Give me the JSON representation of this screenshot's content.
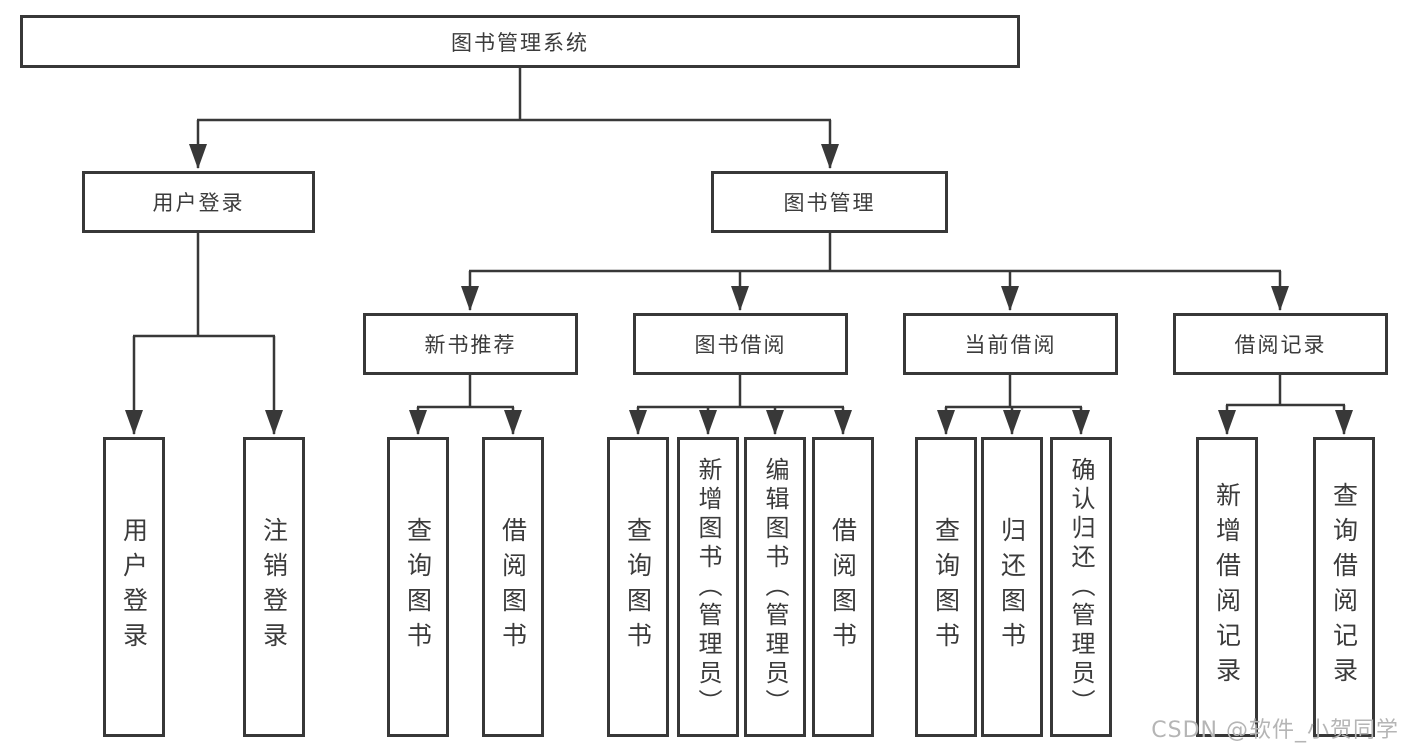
{
  "tree": {
    "label": "图书管理系统",
    "children": [
      {
        "label": "用户登录",
        "children": [
          {
            "label": "用户登录"
          },
          {
            "label": "注销登录"
          }
        ]
      },
      {
        "label": "图书管理",
        "children": [
          {
            "label": "新书推荐",
            "children": [
              {
                "label": "查询图书"
              },
              {
                "label": "借阅图书"
              }
            ]
          },
          {
            "label": "图书借阅",
            "children": [
              {
                "label": "查询图书"
              },
              {
                "label": "新增图书（管理员）"
              },
              {
                "label": "编辑图书（管理员）"
              },
              {
                "label": "借阅图书"
              }
            ]
          },
          {
            "label": "当前借阅",
            "children": [
              {
                "label": "查询图书"
              },
              {
                "label": "归还图书"
              },
              {
                "label": "确认归还（管理员）"
              }
            ]
          },
          {
            "label": "借阅记录",
            "children": [
              {
                "label": "新增借阅记录"
              },
              {
                "label": "查询借阅记录"
              }
            ]
          }
        ]
      }
    ]
  },
  "watermark": "CSDN @软件_小贺同学",
  "colors": {
    "line": "#383838",
    "text": "#3b3b3b",
    "watermark": "#b5b5b5",
    "background": "#ffffff"
  }
}
